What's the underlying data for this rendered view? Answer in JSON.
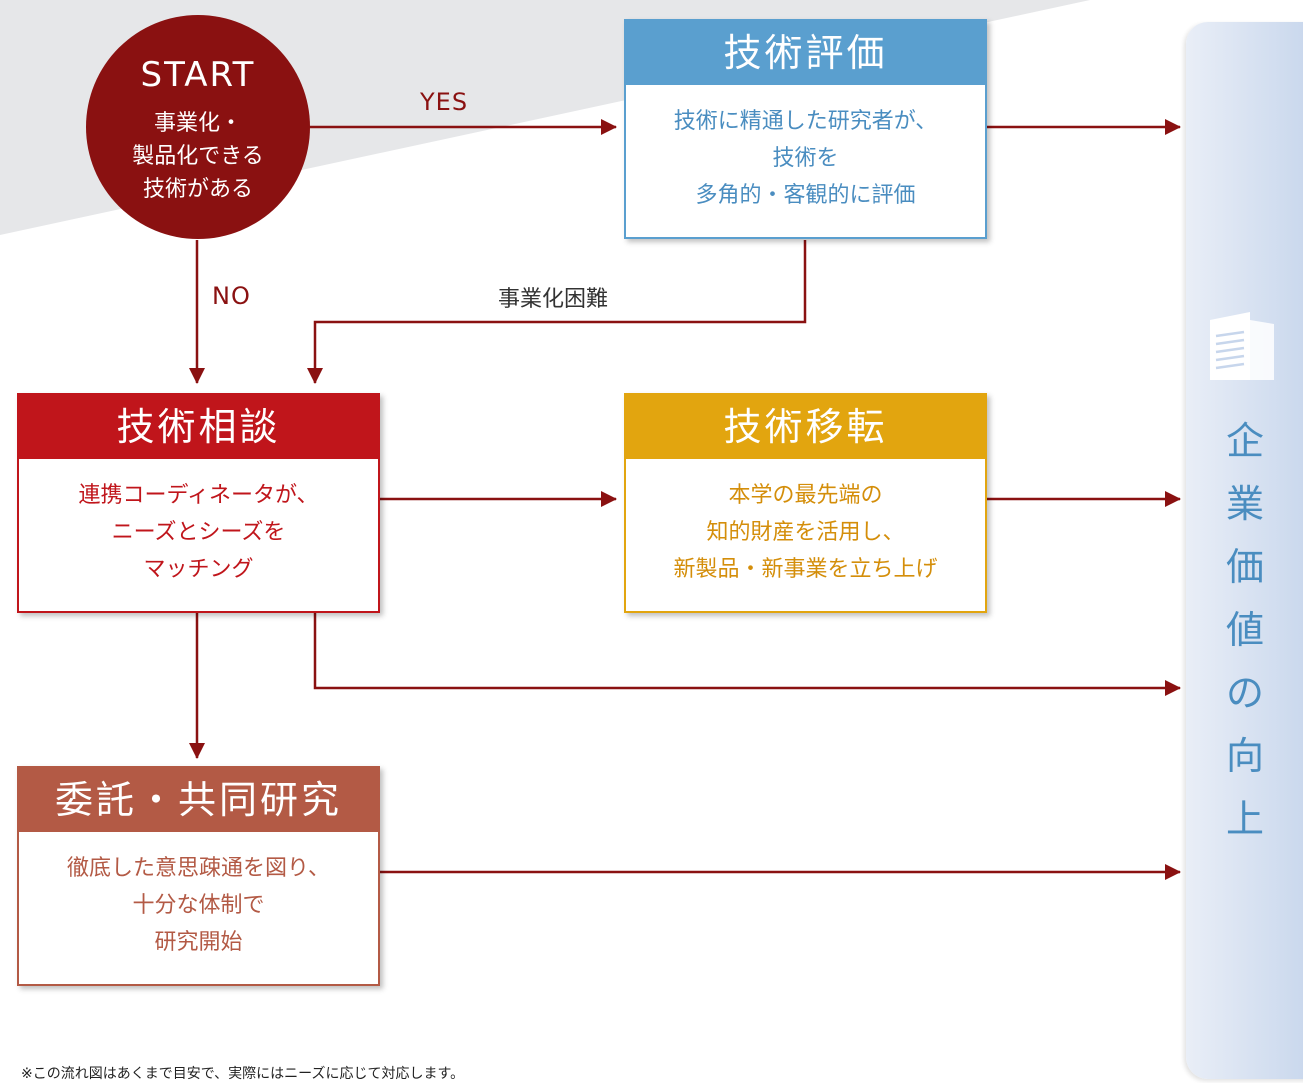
{
  "start": {
    "title": "START",
    "text": "事業化・\n製品化できる\n技術がある"
  },
  "labels": {
    "yes": "YES",
    "no": "NO",
    "difficult": "事業化困難"
  },
  "boxes": {
    "evaluation": {
      "title": "技術評価",
      "text": "技術に精通した研究者が、\n技術を\n多角的・客観的に評価",
      "color": "#5a9fcf"
    },
    "consultation": {
      "title": "技術相談",
      "text": "連携コーディネータが、\nニーズとシーズを\nマッチング",
      "color": "#c0151b"
    },
    "transfer": {
      "title": "技術移転",
      "text": "本学の最先端の\n知的財産を活用し、\n新製品・新事業を立ち上げ",
      "color": "#e2a50f"
    },
    "joint_research": {
      "title": "委託・共同研究",
      "text": "徹底した意思疎通を図り、\n十分な体制で\n研究開始",
      "color": "#b35a45"
    }
  },
  "goal_panel": {
    "text": "企\n業\n価\n値\nの\n向\n上",
    "icon": "building-icon"
  },
  "footnote": "※この流れ図はあくまで目安で、実際にはニーズに応じて対応します。",
  "colors": {
    "arrow": "#8a1111",
    "start_fill": "#8a1111",
    "panel_text": "#4a8dc0"
  }
}
